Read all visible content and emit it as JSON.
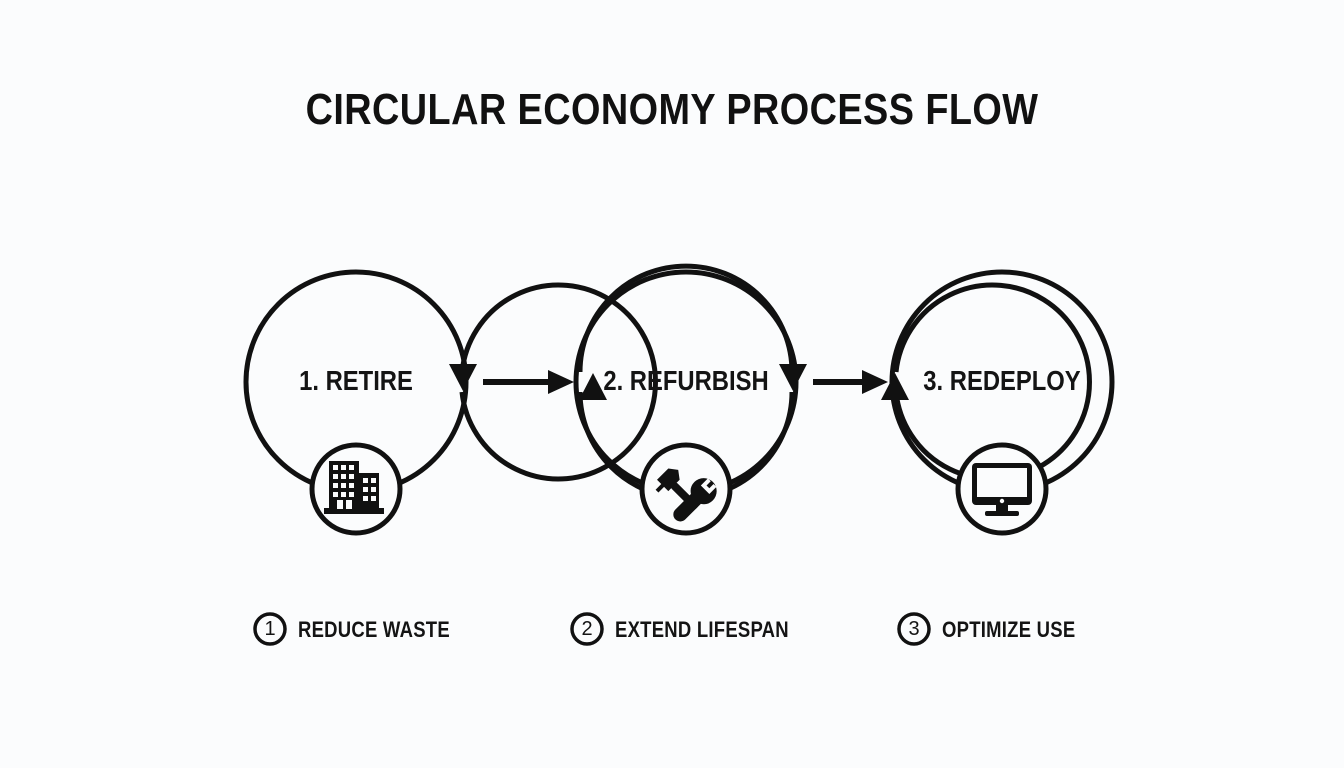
{
  "document": {
    "title": "CIRCULAR ECONOMY PROCESS FLOW",
    "background_color": "#fbfcfd",
    "ink_color": "#111111"
  },
  "stages": [
    {
      "label": "1. RETIRE",
      "icon": "office-building-icon",
      "order": "1"
    },
    {
      "label": "2. REFURBISH",
      "icon": "hammer-wrench-icon",
      "order": "2"
    },
    {
      "label": "3. REDEPLOY",
      "icon": "desktop-monitor-icon",
      "order": "3"
    }
  ],
  "connectors": [
    {
      "from": "1. RETIRE",
      "to": "2. REFURBISH",
      "direction": "right"
    },
    {
      "from": "2. REFURBISH",
      "to": "3. REDEPLOY",
      "direction": "right"
    }
  ],
  "legend": [
    {
      "number": "1",
      "label": "REDUCE WASTE"
    },
    {
      "number": "2",
      "label": "EXTEND LIFESPAN"
    },
    {
      "number": "3",
      "label": "OPTIMIZE USE"
    }
  ]
}
